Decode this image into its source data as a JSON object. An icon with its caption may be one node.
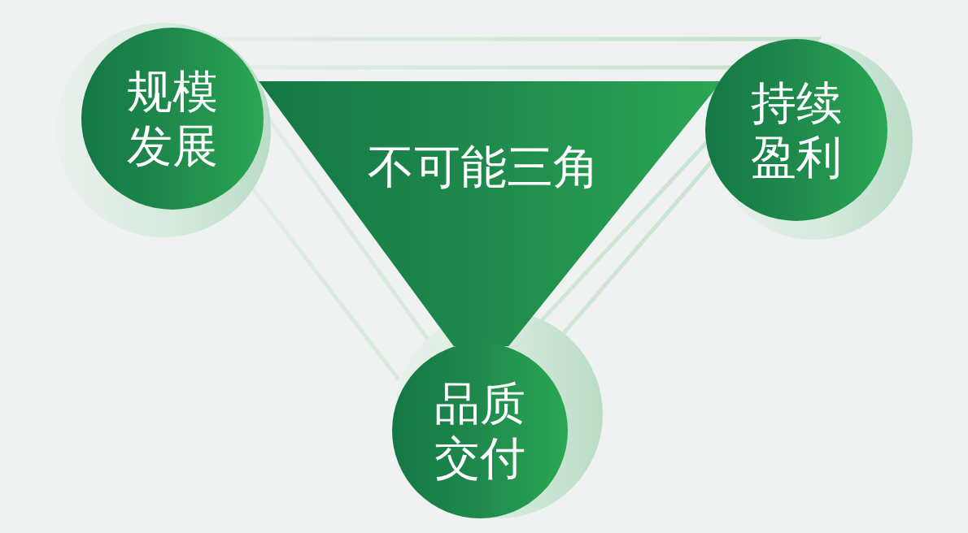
{
  "diagram": {
    "nodes": [
      {
        "text": [
          "规模发展"
        ]
      },
      {
        "text": [
          "不可能三角"
        ]
      },
      {
        "text": [
          "持续盈利"
        ]
      },
      {
        "text": [
          "品质交付"
        ]
      }
    ]
  }
}
